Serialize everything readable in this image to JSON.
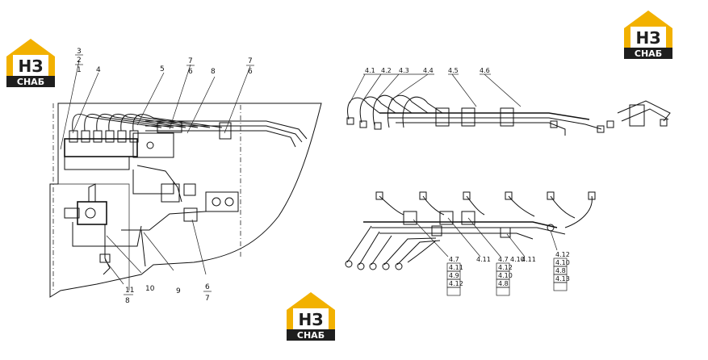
{
  "logo": {
    "mark": "НЗ",
    "brand": "СНАБ",
    "colors": {
      "roof": "#f2b100",
      "dark": "#1e1e1e",
      "text": "#ffffff",
      "mark_text": "#1e1e1e"
    }
  },
  "left_assembly": {
    "callouts": [
      "3",
      "2",
      "1",
      "4",
      "5",
      "7",
      "6",
      "8",
      "7",
      "6",
      "10",
      "9",
      "6",
      "7",
      "11",
      "8"
    ]
  },
  "right_top": {
    "callouts": [
      "4.1",
      "4.2",
      "4.3",
      "4.4",
      "4.5",
      "4.6"
    ]
  },
  "right_bottom": {
    "callouts_single": [
      "4.11",
      "4.10",
      "4.11"
    ],
    "stack_a": [
      "4.7",
      "4.11",
      "4.9",
      "4.12"
    ],
    "stack_b": [
      "4.7",
      "4.12",
      "4.10",
      "4.8"
    ],
    "stack_c": [
      "4.12",
      "4.10",
      "4.8",
      "4.13"
    ]
  }
}
